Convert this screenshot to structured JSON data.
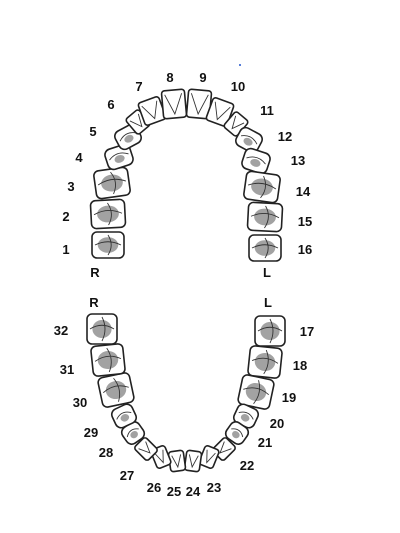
{
  "upper_arch": {
    "teeth": [
      "1",
      "2",
      "3",
      "4",
      "5",
      "6",
      "7",
      "8",
      "9",
      "10",
      "11",
      "12",
      "13",
      "14",
      "15",
      "16"
    ],
    "side_right": "R",
    "side_left": "L"
  },
  "lower_arch": {
    "teeth": [
      "17",
      "18",
      "19",
      "20",
      "21",
      "22",
      "23",
      "24",
      "25",
      "26",
      "27",
      "28",
      "29",
      "30",
      "31",
      "32"
    ],
    "side_right": "R",
    "side_left": "L"
  },
  "colors": {
    "ink": "#111111",
    "tooth_fill": "#ffffff",
    "tooth_outline": "#222222"
  }
}
